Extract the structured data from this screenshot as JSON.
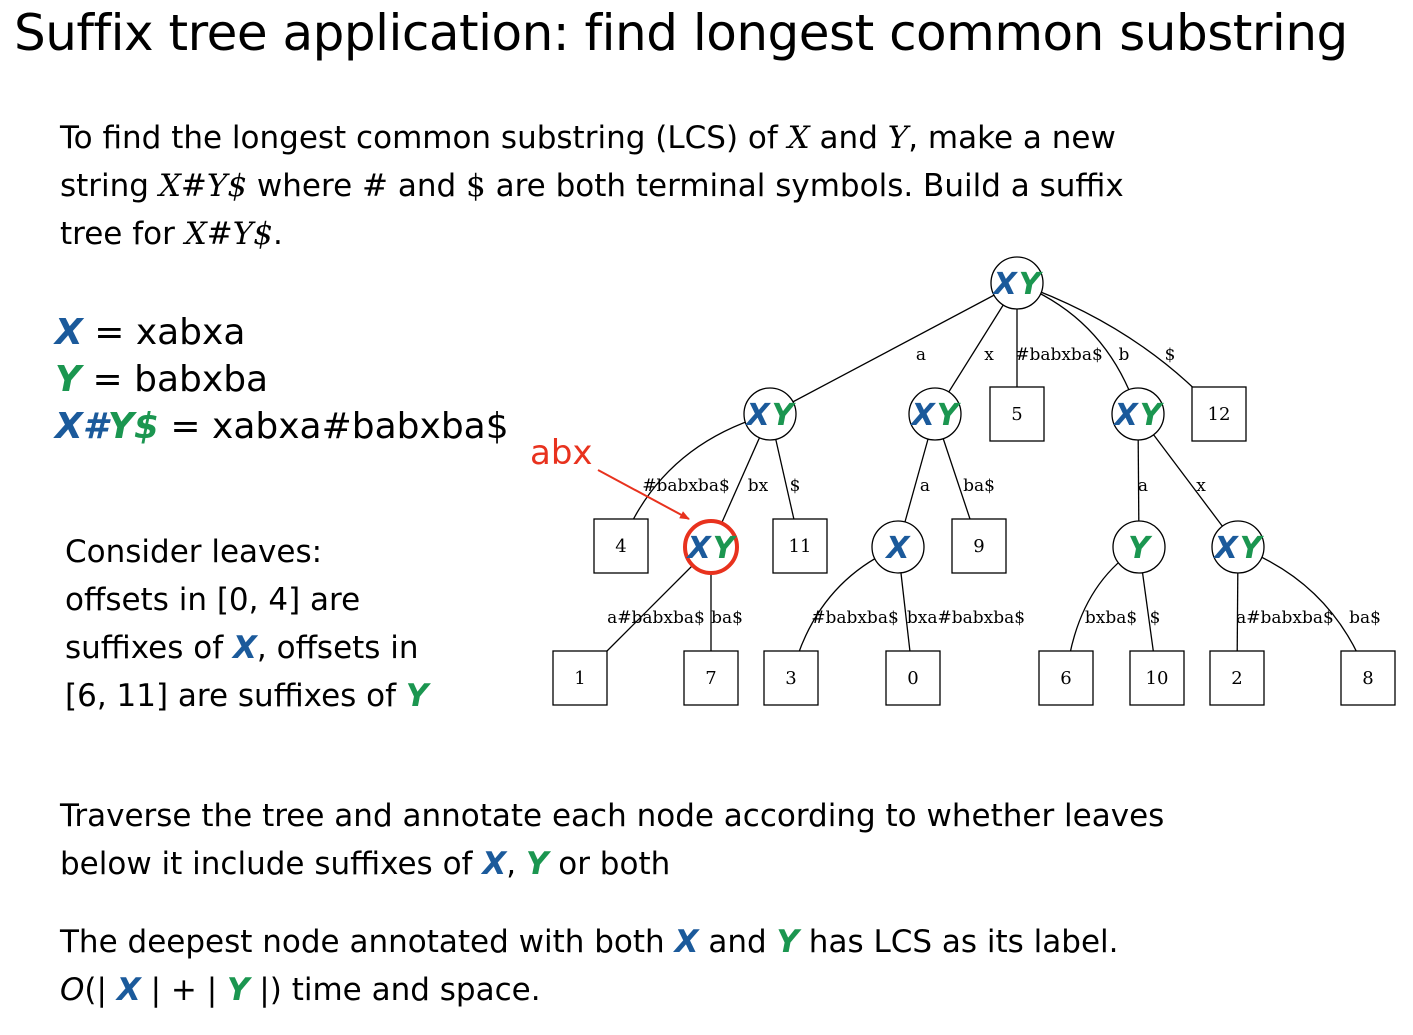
{
  "title": "Suffix tree application: find longest common substring",
  "intro": {
    "t1": "To find the longest common substring (LCS) of ",
    "x": "X",
    "t2": " and ",
    "y": "Y",
    "t3": ", make a new",
    "t4": "string ",
    "m1": "X#Y$",
    "t5": " where ",
    "m2": "#",
    "t6": " and ",
    "m3": "$",
    "t7": " are both terminal symbols.  Build a suffix",
    "t8": "tree for ",
    "m4": "X#Y$",
    "t9": "."
  },
  "defs": {
    "x_sym": "X",
    "x_eq": " = xabxa",
    "y_sym": "Y",
    "y_eq": " = babxba",
    "xy_x": "X",
    "xy_hash": "#",
    "xy_y": "Y",
    "xy_dollar": "$",
    "xy_eq": " = xabxa#babxba$"
  },
  "leaves_text": {
    "l1": "Consider leaves:",
    "l2": "offsets in [0, 4] are",
    "l3a": "suffixes of ",
    "l3x": "X",
    "l3b": ", offsets in",
    "l4a": "[6, 11] are suffixes of ",
    "l4y": "Y"
  },
  "traverse": {
    "l1": "Traverse the tree and annotate each node according to whether leaves",
    "l2a": "below it include suffixes of ",
    "l2x": "X",
    "l2c": ", ",
    "l2y": "Y",
    "l2b": " or both"
  },
  "deepest": {
    "l1a": "The deepest node annotated with both ",
    "l1x": "X",
    "l1m": " and ",
    "l1y": "Y",
    "l1b": " has LCS as its label.",
    "l2o": "O",
    "l2a": "(| ",
    "l2x": "X",
    "l2m": " | + | ",
    "l2y": "Y",
    "l2b": " |) time and space."
  },
  "colors": {
    "x": "#1b5a9b",
    "y": "#1b9650",
    "highlight": "#e8321e"
  },
  "callout": "abx",
  "tree": {
    "node_labels": {
      "root": [
        "X",
        "Y"
      ],
      "n_a": [
        "X",
        "Y"
      ],
      "n_x": [
        "X",
        "Y"
      ],
      "n_b": [
        "X",
        "Y"
      ],
      "n_abx": [
        "X",
        "Y"
      ],
      "n_xa": [
        "X"
      ],
      "n_ba": [
        "Y"
      ],
      "n_bx": [
        "X",
        "Y"
      ]
    },
    "leaves": [
      "4",
      "1",
      "7",
      "11",
      "3",
      "0",
      "9",
      "5",
      "6",
      "10",
      "12",
      "2",
      "8"
    ],
    "edge_labels": {
      "root_a": "a",
      "root_x": "x",
      "root_5": "#babxba$",
      "root_b": "b",
      "root_12": "$",
      "na_4": "#babxba$",
      "na_abx": "bx",
      "na_11": "$",
      "nx_xa": "a",
      "nx_9": "ba$",
      "nb_ba": "a",
      "nb_bx": "x",
      "abx_1": "a#babxba$",
      "abx_7": "ba$",
      "xa_3": "#babxba$",
      "xa_0": "bxa#babxba$",
      "ba_6": "bxba$",
      "ba_10": "$",
      "bx_2": "a#babxba$",
      "bx_8": "ba$"
    }
  }
}
